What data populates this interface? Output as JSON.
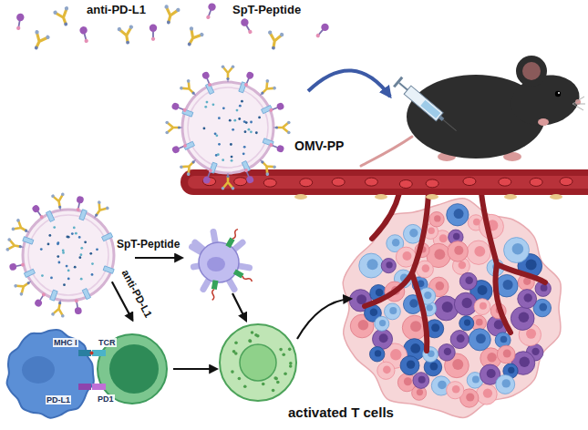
{
  "diagram": {
    "nodes": [
      {
        "text": [
          "OMV-PP"
        ]
      },
      {
        "text": [
          "MHC I",
          "PD-L1"
        ]
      },
      {
        "text": [
          "TCR",
          "PD1"
        ]
      },
      {
        "text": [
          "activated T cells"
        ]
      }
    ],
    "edges": [
      {
        "from": 2,
        "to": 3,
        "arrow": "to"
      }
    ],
    "labels": [
      "anti-PD-L1",
      "SpT-Peptide",
      "SpT-Peptide",
      "anti-PD-L1"
    ]
  }
}
